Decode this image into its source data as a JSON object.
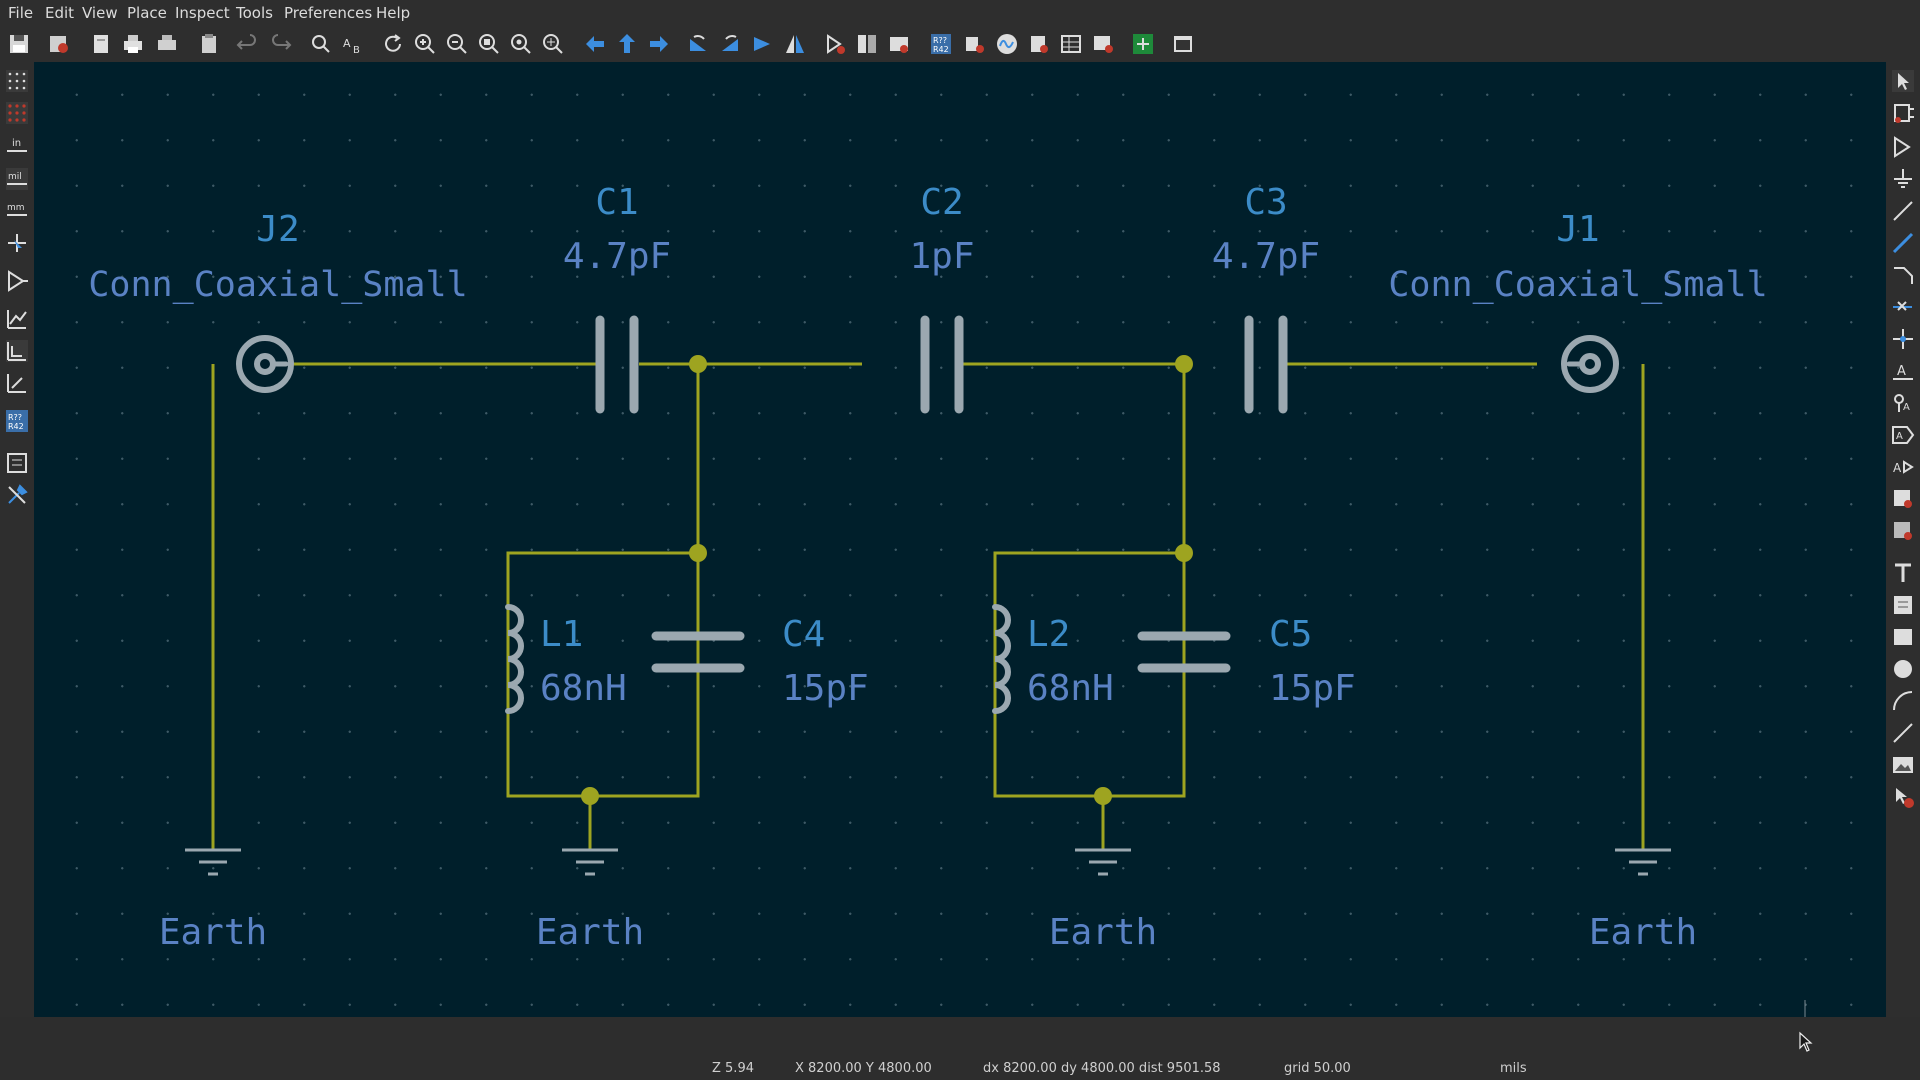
{
  "menu": [
    "File",
    "Edit",
    "View",
    "Place",
    "Inspect",
    "Tools",
    "Preferences",
    "Help"
  ],
  "toolbar_icons": [
    "save-icon",
    "schematic-setup-icon",
    "page-settings-icon",
    "print-icon",
    "plot-icon",
    "paste-icon",
    "undo-icon",
    "redo-icon",
    "find-icon",
    "find-replace-icon",
    "refresh-icon",
    "zoom-in-icon",
    "zoom-out-icon",
    "zoom-fit-icon",
    "zoom-objects-icon",
    "zoom-selection-icon",
    "navigate-back-icon",
    "navigate-up-icon",
    "navigate-forward-icon",
    "rotate-ccw-icon",
    "rotate-cw-icon",
    "mirror-vertical-icon",
    "mirror-horizontal-icon",
    "symbol-editor-icon",
    "symbol-browser-icon",
    "footprint-assign-icon",
    "annotate-icon",
    "erc-icon",
    "simulator-icon",
    "bom-icon",
    "field-table-icon",
    "netlist-icon",
    "pcb-editor-icon",
    "scripting-console-icon"
  ],
  "left_toolbar": {
    "unit_in": "in",
    "unit_mil": "mil",
    "unit_mm": "mm",
    "annotate_badge_top": "R??",
    "annotate_badge_bottom": "R42"
  },
  "schematic": {
    "components": [
      {
        "ref": "J2",
        "value": "Conn_Coaxial_Small"
      },
      {
        "ref": "C1",
        "value": "4.7pF"
      },
      {
        "ref": "C2",
        "value": "1pF"
      },
      {
        "ref": "C3",
        "value": "4.7pF"
      },
      {
        "ref": "J1",
        "value": "Conn_Coaxial_Small"
      },
      {
        "ref": "L1",
        "value": "68nH"
      },
      {
        "ref": "C4",
        "value": "15pF"
      },
      {
        "ref": "L2",
        "value": "68nH"
      },
      {
        "ref": "C5",
        "value": "15pF"
      }
    ],
    "power_labels": [
      "Earth",
      "Earth",
      "Earth",
      "Earth"
    ],
    "colors": {
      "wire": "#9ea420",
      "junction": "#9ea420",
      "component": "#9ba8b0",
      "ref_text": "#3c8cc8",
      "value_text": "#5a82c4",
      "power_text": "#5a82c4",
      "background": "#001f2b"
    }
  },
  "status": {
    "zoom": "Z 5.94",
    "coords": "X 8200.00  Y 4800.00",
    "delta": "dx 8200.00  dy 4800.00  dist 9501.58",
    "grid": "grid 50.00",
    "units": "mils"
  }
}
